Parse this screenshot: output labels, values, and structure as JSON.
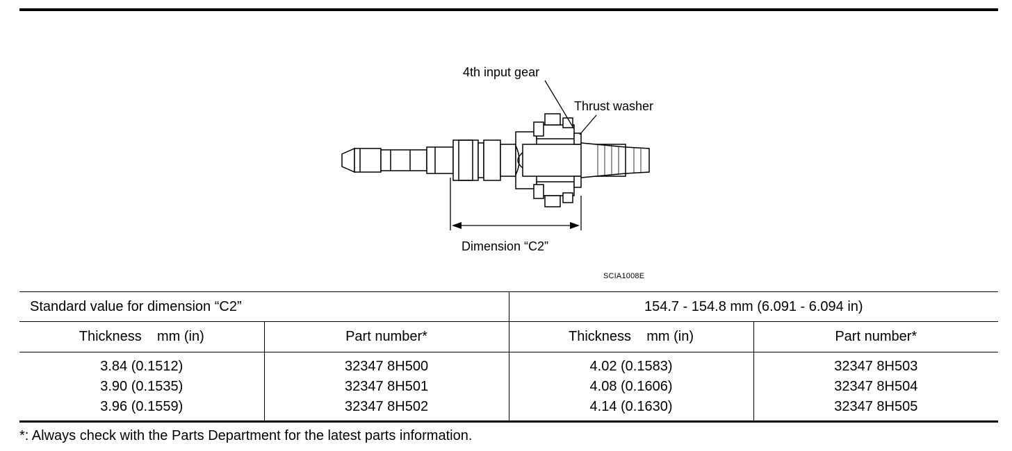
{
  "diagram": {
    "label_gear": "4th input gear",
    "label_washer": "Thrust washer",
    "label_dimension": "Dimension “C2”",
    "code": "SCIA1008E"
  },
  "table": {
    "standard_label": "Standard value for dimension “C2”",
    "standard_value": "154.7 - 154.8 mm (6.091 - 6.094 in)",
    "headers": [
      "Thickness    mm (in)",
      "Part number*",
      "Thickness    mm (in)",
      "Part number*"
    ],
    "columns": [
      [
        "3.84 (0.1512)",
        "3.90 (0.1535)",
        "3.96 (0.1559)"
      ],
      [
        "32347 8H500",
        "32347 8H501",
        "32347 8H502"
      ],
      [
        "4.02 (0.1583)",
        "4.08 (0.1606)",
        "4.14 (0.1630)"
      ],
      [
        "32347 8H503",
        "32347 8H504",
        "32347 8H505"
      ]
    ]
  },
  "footnote": "*: Always check with the Parts Department for the latest parts information."
}
